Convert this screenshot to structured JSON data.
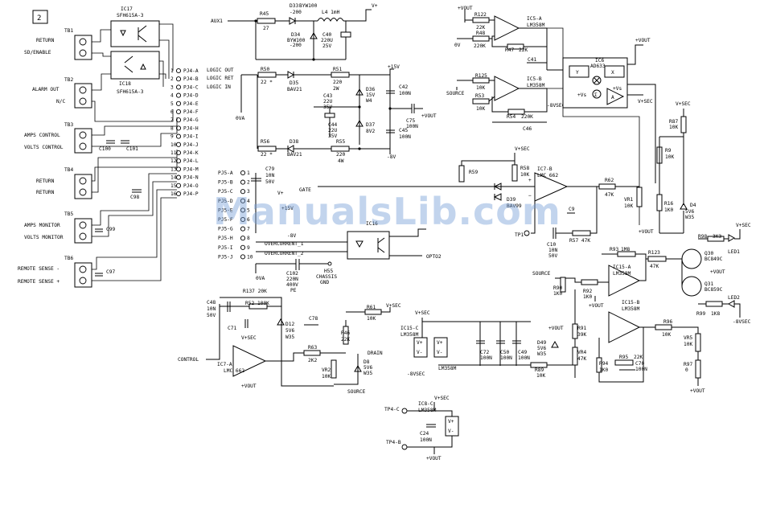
{
  "sheet_no": "2",
  "watermark": "ManualsLib.com",
  "components": {
    "IC17": "IC17",
    "IC17_part": "SFH615A-3",
    "IC18": "IC18",
    "IC18_part": "SFH615A-3",
    "IC5A": "IC5-A",
    "IC5A_part": "LM358M",
    "IC5B": "IC5-B",
    "IC5B_part": "LM358M",
    "IC6": "IC6",
    "IC6_part": "AD633",
    "IC7B": "IC7-B",
    "IC7B_part": "LMC 662",
    "IC7A": "IC7-A",
    "IC7A_part": "LMC 662",
    "IC15A": "IC15-A",
    "IC15A_part": "LM358M",
    "IC15B": "IC15-B",
    "IC15B_part": "LM358M",
    "IC15C": "IC15-C",
    "IC15C_part": "LM358M",
    "IC8C": "IC8-C",
    "IC8C_part": "LM358M",
    "IC16": "IC16",
    "R45": "R45",
    "R45v": "27",
    "R50": "R50",
    "R50v": "22 *",
    "R51": "R51",
    "R51v": "220",
    "R51w": "2W",
    "R56": "R56",
    "R56v": "22 *",
    "R55": "R55",
    "R55v": "220",
    "R55w": "4W",
    "L4": "L4 1mH",
    "D33": "D33",
    "D33v": "BYW100",
    "D33n": "-200",
    "D34": "D34",
    "D34v": "BYW100",
    "D34n": "-200",
    "C40": "C40",
    "C40v": "220U",
    "C40n": "25V",
    "D35": "D35",
    "D35v": "BAV21",
    "D36": "D36",
    "D36v": "15V",
    "D36n": "W4",
    "D37": "D37",
    "D37v": "8V2",
    "D38": "D38",
    "D38v": "BAV21",
    "C43": "C43",
    "C43v": "22U",
    "C43n": "35V",
    "C44": "C44",
    "C44v": "22U",
    "C44n": "35V",
    "C42": "C42",
    "C42v": "100N",
    "C75": "C75",
    "C75v": "100N",
    "C45": "C45",
    "C45v": "100N",
    "R122": "R122",
    "R122v": "22K",
    "R48": "R48",
    "R48v": "220K",
    "R47": "R47",
    "R47v": "22K",
    "C41": "C41",
    "R125": "R125",
    "R125v": "10K",
    "R53": "R53",
    "R53v": "10K",
    "R54": "R54",
    "R54v": "220K",
    "C46": "C46",
    "R87": "R87",
    "R87v": "10K",
    "R9": "R9",
    "R9v": "10K",
    "R16": "R16",
    "R16v": "1K0",
    "D4": "D4",
    "D4v": "5V6",
    "D4n": "W35",
    "R59": "R59",
    "R58": "R58",
    "R58v": "10K",
    "D39": "D39",
    "D39v": "BAV99",
    "R62": "R62",
    "R62v": "47K",
    "VR1": "VR1",
    "VR1v": "10K",
    "C9": "C9",
    "C10": "C10",
    "C10v": "10N",
    "C10n": "50V",
    "R57": "R57 47K",
    "C79": "C79",
    "C79v": "10N",
    "C79n": "50V",
    "C102": "C102",
    "C102v": "220N",
    "C102n": "400V",
    "C102p": "PE",
    "H55": "H55",
    "H55v": "CHASSIS",
    "H55n": "GND",
    "R93": "R93",
    "R93v": "1M8",
    "R123": "R123",
    "R123v": "47K",
    "R98": "R98",
    "R98v": "3K3",
    "R99": "R99",
    "R99v": "1K8",
    "Q30": "Q30",
    "Q30v": "BC849C",
    "Q31": "Q31",
    "Q31v": "BC859C",
    "LED1": "LED1",
    "LED2": "LED2",
    "R90": "R90",
    "R90v": "1K0",
    "R92": "R92",
    "R92v": "1K0",
    "R91": "R91",
    "R91v": "39K",
    "VR4": "VR4",
    "VR4v": "47K",
    "D49": "D49",
    "D49v": "5V6",
    "D49n": "W35",
    "R94": "R94",
    "R94v": "1K0",
    "R95": "R95",
    "R95v": "22K",
    "C70": "C70",
    "C70v": "100N",
    "R96": "R96",
    "R96v": "10K",
    "VR5": "VR5",
    "VR5v": "10K",
    "R97": "R97",
    "R97v": "0",
    "R89": "R89",
    "R89v": "10K",
    "C72": "C72",
    "C72v": "100N",
    "C50": "C50",
    "C50v": "100N",
    "C49": "C49",
    "C49v": "100N",
    "C48": "C48",
    "C48v": "10N",
    "C48n": "50V",
    "C71": "C71",
    "R137": "R137 20K",
    "R52": "R52",
    "R52v": "100K",
    "D12": "D12",
    "D12v": "5V6",
    "D12n": "W35",
    "C78": "C78",
    "R63": "R63",
    "R63v": "2K2",
    "R46": "R46",
    "R46v": "22K",
    "R61": "R61",
    "R61v": "10K",
    "VR2": "VR2",
    "VR2v": "10K",
    "D8": "D8",
    "D8v": "5V6",
    "D8n": "W35",
    "C24": "C24",
    "C24v": "100N",
    "C100": "C100",
    "C101": "C101",
    "C98": "C98",
    "C99": "C99",
    "C97": "C97",
    "TB1": "TB1",
    "TB2": "TB2",
    "TB3": "TB3",
    "TB4": "TB4",
    "TB5": "TB5",
    "TB6": "TB6"
  },
  "terminals": {
    "tb1": [
      "RETURN",
      "SD/ENABLE"
    ],
    "tb2": [
      "ALARM OUT",
      "N/C"
    ],
    "tb3": [
      "AMPS CONTROL",
      "VOLTS CONTROL"
    ],
    "tb4": [
      "RETURN",
      "RETURN"
    ],
    "tb5": [
      "AMPS MONITOR",
      "VOLTS MONITOR"
    ],
    "tb6": [
      "REMOTE SENSE -",
      "REMOTE SENSE +"
    ]
  },
  "pj4": [
    "PJ4-A",
    "PJ4-B",
    "PJ4-C",
    "PJ4-D",
    "PJ4-E",
    "PJ4-F",
    "PJ4-G",
    "PJ4-H",
    "PJ4-I",
    "PJ4-J",
    "PJ4-K",
    "PJ4-L",
    "PJ4-M",
    "PJ4-N",
    "PJ4-O",
    "PJ4-P"
  ],
  "pj5": [
    "PJ5-A",
    "PJ5-B",
    "PJ5-C",
    "PJ5-D",
    "PJ5-E",
    "PJ5-F",
    "PJ5-G",
    "PJ5-H",
    "PJ5-I",
    "PJ5-J"
  ],
  "nets": {
    "aux1": "AUX1",
    "logic_out": "LOGIC OUT",
    "logic_ret": "LOGIC RET",
    "logic_in": "LOGIC IN",
    "ova": "0VA",
    "ov": "0V",
    "source": "SOURCE",
    "gate": "GATE",
    "drain": "DRAIN",
    "control": "CONTROL",
    "overcurrent1": "OVERCURRENT_1",
    "overcurrent2": "OVERCURRENT_2",
    "opto2": "OPTO2",
    "tp1": "TP1",
    "tp4c": "TP4-C",
    "tp4b": "TP4-B",
    "vsec": "V+SEC",
    "neg8vsec": "-8VSEC",
    "vout": "+VOUT",
    "vplus": "V+",
    "p15v": "+15V",
    "n8v": "-8V",
    "p15v_b": "+15V",
    "n8v_b": "-8V"
  }
}
